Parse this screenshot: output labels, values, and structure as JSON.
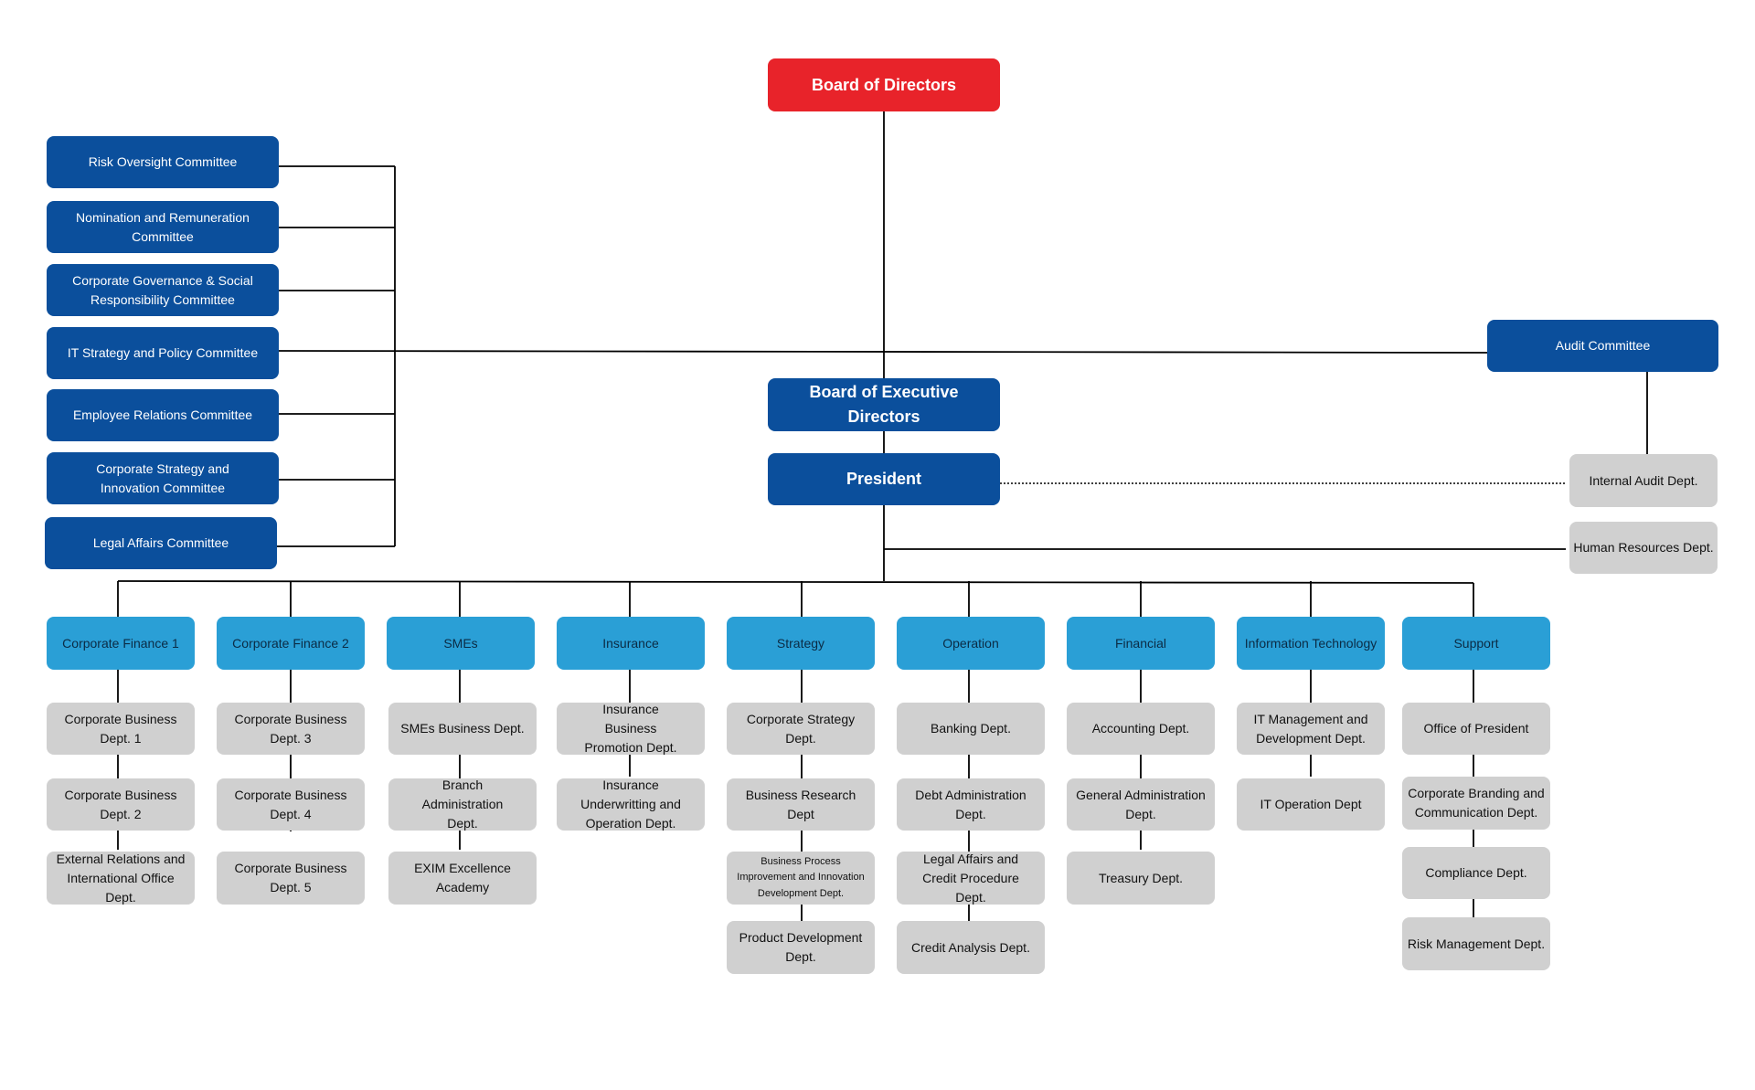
{
  "board": {
    "label": "Board of Directors"
  },
  "executive": {
    "label": "Board of Executive Directors"
  },
  "president": {
    "label": "President"
  },
  "audit_committee": {
    "label": "Audit Committee"
  },
  "committees": [
    {
      "label": "Risk Oversight Committee"
    },
    {
      "label": "Nomination and Remuneration Committee"
    },
    {
      "label": "Corporate Governance & Social Responsibility Committee"
    },
    {
      "label": "IT Strategy and Policy Committee"
    },
    {
      "label": "Employee Relations Committee"
    },
    {
      "label": "Corporate Strategy and Innovation Committee"
    },
    {
      "label": "Legal Affairs Committee"
    }
  ],
  "side_depts": [
    {
      "label": "Internal Audit Dept."
    },
    {
      "label": "Human Resources Dept."
    }
  ],
  "groups": [
    {
      "label": "Corporate Finance 1",
      "depts": [
        "Corporate Business Dept. 1",
        "Corporate Business Dept. 2",
        "External Relations and International Office Dept."
      ]
    },
    {
      "label": "Corporate Finance 2",
      "depts": [
        "Corporate Business Dept. 3",
        "Corporate Business Dept. 4",
        "Corporate Business Dept. 5"
      ]
    },
    {
      "label": "SMEs",
      "depts": [
        "SMEs Business Dept.",
        "Branch Administration Dept.",
        "EXIM Excellence Academy"
      ]
    },
    {
      "label": "Insurance",
      "depts": [
        "Insurance Business Promotion Dept.",
        "Insurance Underwritting and Operation Dept."
      ]
    },
    {
      "label": "Strategy",
      "depts": [
        "Corporate Strategy Dept.",
        "Business Research Dept",
        "Business Process Improvement and Innovation Development Dept.",
        "Product Development Dept."
      ]
    },
    {
      "label": "Operation",
      "depts": [
        "Banking Dept.",
        "Debt Administration Dept.",
        "Legal Affairs and Credit Procedure Dept.",
        "Credit Analysis Dept."
      ]
    },
    {
      "label": "Financial",
      "depts": [
        "Accounting Dept.",
        "General Administration Dept.",
        "Treasury Dept."
      ]
    },
    {
      "label": "Information Technology",
      "depts": [
        "IT Management and Development Dept.",
        "IT Operation Dept"
      ]
    },
    {
      "label": "Support",
      "depts": [
        "Office of President",
        "Corporate Branding and Communication Dept.",
        "Compliance Dept.",
        "Risk Management Dept."
      ]
    }
  ],
  "colors": {
    "board": "#e8232a",
    "executive": "#0b4f9c",
    "group": "#2a9fd6",
    "dept": "#d0d0d0",
    "line": "#000000"
  }
}
